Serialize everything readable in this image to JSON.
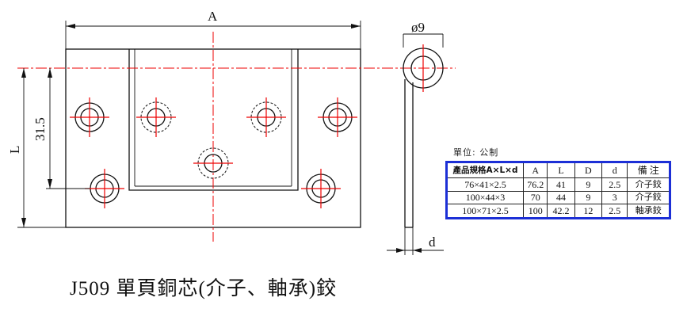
{
  "dimensions": {
    "width_label": "A",
    "height_label": "L",
    "hole_spacing_label": "31.5",
    "pin_diameter_label": "ø9",
    "thickness_label": "d"
  },
  "unit_label": "單位: 公制",
  "table": {
    "headers": [
      "產品規格A×L×d",
      "A",
      "L",
      "D",
      "d",
      "備 注"
    ],
    "rows": [
      [
        "76×41×2.5",
        "76.2",
        "41",
        "9",
        "2.5",
        "介子鉸"
      ],
      [
        "100×44×3",
        "70",
        "44",
        "9",
        "3",
        "介子鉸"
      ],
      [
        "100×71×2.5",
        "100",
        "42.2",
        "12",
        "2.5",
        "軸承鉸"
      ]
    ]
  },
  "caption": "J509 單頁銅芯(介子、軸承)鉸",
  "colors": {
    "lines": "#111111",
    "centerlines": "#e00000",
    "table_border": "#1c2fd6"
  }
}
